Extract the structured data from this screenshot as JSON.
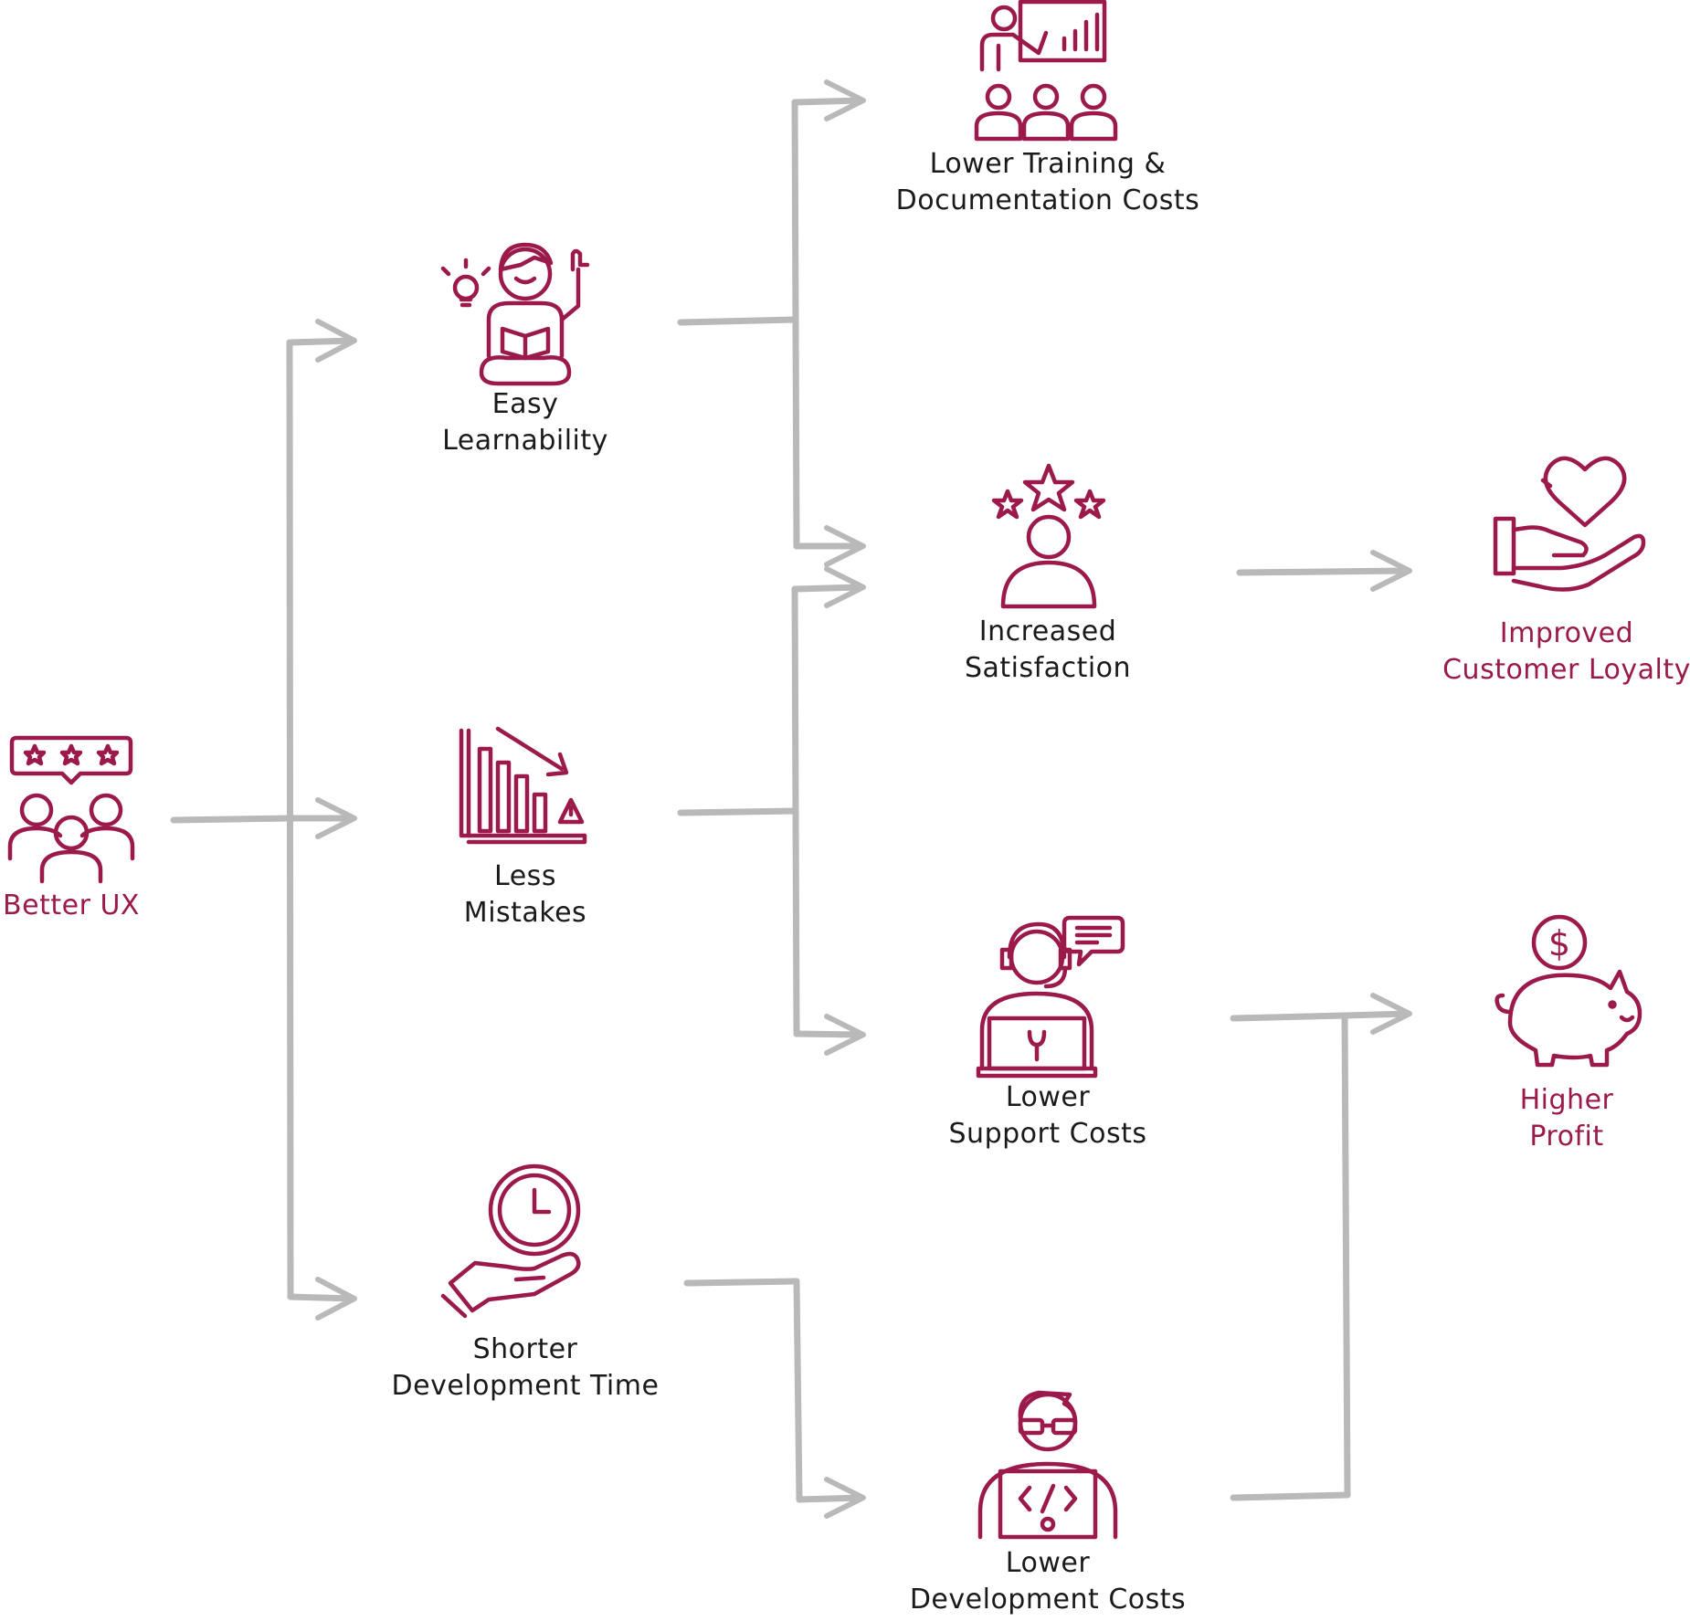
{
  "nodes": {
    "better_ux": {
      "lines": [
        "Better UX"
      ],
      "icon": "user-group-rating-icon"
    },
    "easy_learnability": {
      "lines": [
        "Easy",
        "Learnability"
      ],
      "icon": "learning-student-icon"
    },
    "less_mistakes": {
      "lines": [
        "Less",
        "Mistakes"
      ],
      "icon": "declining-chart-warning-icon"
    },
    "shorter_dev_time": {
      "lines": [
        "Shorter",
        "Development Time"
      ],
      "icon": "clock-in-hand-icon"
    },
    "lower_training": {
      "lines": [
        "Lower Training &",
        "Documentation Costs"
      ],
      "icon": "presentation-audience-icon"
    },
    "increased_satisfaction": {
      "lines": [
        "Increased",
        "Satisfaction"
      ],
      "icon": "user-stars-icon"
    },
    "lower_support": {
      "lines": [
        "Lower",
        "Support Costs"
      ],
      "icon": "support-agent-icon"
    },
    "lower_development": {
      "lines": [
        "Lower",
        "Development Costs"
      ],
      "icon": "developer-laptop-icon"
    },
    "improved_loyalty": {
      "lines": [
        "Improved",
        "Customer Loyalty"
      ],
      "icon": "heart-in-hand-icon"
    },
    "higher_profit": {
      "lines": [
        "Higher",
        "Profit"
      ],
      "icon": "piggy-bank-icon"
    }
  },
  "colors": {
    "accent": "#9b1a4b",
    "text": "#1a1a1a",
    "connector": "#b9b9b9"
  }
}
